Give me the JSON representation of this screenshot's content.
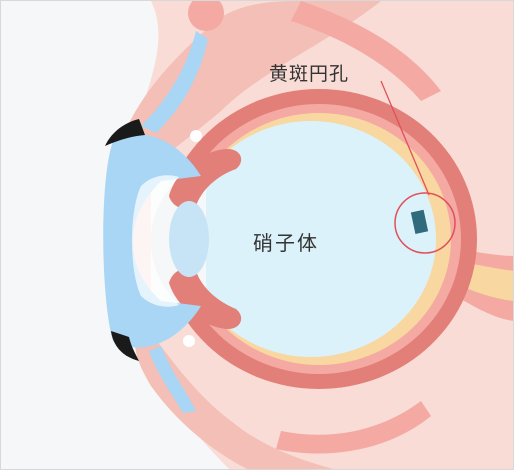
{
  "labels": {
    "macular_hole": "黄斑円孔",
    "vitreous_body": "硝子体"
  },
  "colors": {
    "skin": "#f9dcd6",
    "skin_dark": "#f3bfb6",
    "sclera_outer": "#e27f79",
    "choroid": "#f4a9a3",
    "retina": "#f8d7a0",
    "vitreous": "#dcf2fa",
    "cornea": "#a9d6f5",
    "lens": "#c7e3f6",
    "hole_marker": "#2f6b7c",
    "leader_line": "#e0505a",
    "eyelash": "#1a1a1a",
    "background": "#f6f7f8"
  },
  "icons": {
    "hole": "macular-hole-marker"
  }
}
